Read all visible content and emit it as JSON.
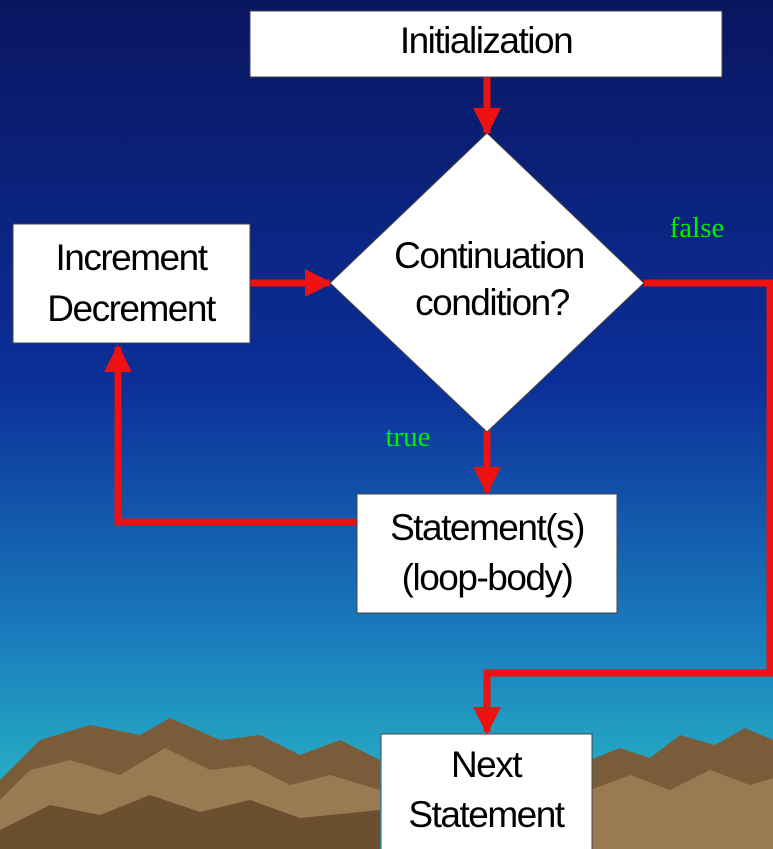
{
  "nodes": {
    "initialization": {
      "label": "Initialization"
    },
    "condition": {
      "line1": "Continuation",
      "line2": "condition?"
    },
    "increment": {
      "line1": "Increment",
      "line2": "Decrement"
    },
    "statements": {
      "line1": "Statement(s)",
      "line2": "(loop-body)"
    },
    "next": {
      "line1": "Next",
      "line2": "Statement"
    }
  },
  "edge_labels": {
    "false": "false",
    "true": "true"
  },
  "colors": {
    "arrow": "#ee1111",
    "sky_top": "#0a1560",
    "sky_bottom": "#2cc4c8",
    "mountain": "#8a6a44",
    "node_fill": "#ffffff",
    "label_green": "#00ee00"
  }
}
